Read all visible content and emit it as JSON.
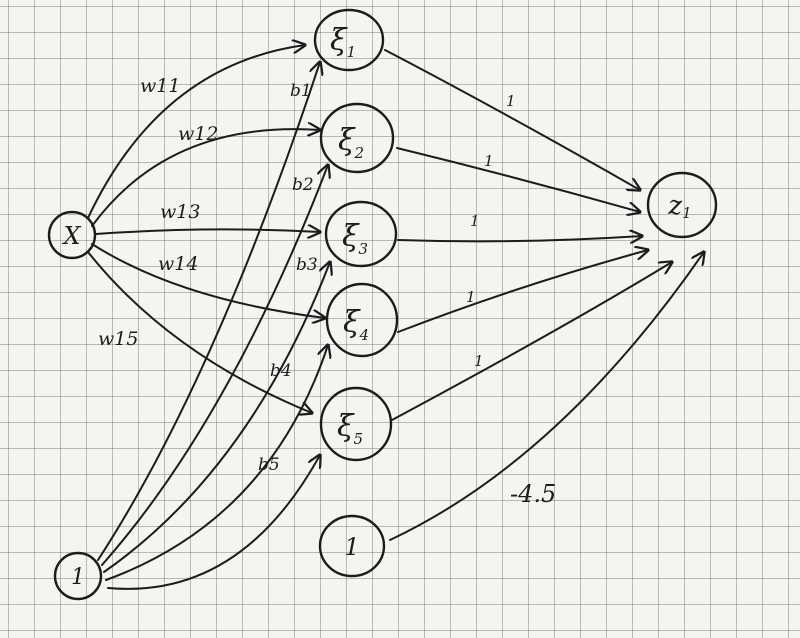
{
  "diagram": {
    "type": "neural-network",
    "nodes": {
      "x": "X",
      "bias_in": "1",
      "bias_hidden": "1",
      "hidden": [
        {
          "symbol": "ξ",
          "sub": "1"
        },
        {
          "symbol": "ξ",
          "sub": "2"
        },
        {
          "symbol": "ξ",
          "sub": "3"
        },
        {
          "symbol": "ξ",
          "sub": "4"
        },
        {
          "symbol": "ξ",
          "sub": "5"
        }
      ],
      "output": {
        "symbol": "z",
        "sub": "1"
      }
    },
    "input_weights": [
      "w11",
      "w12",
      "w13",
      "w14",
      "w15"
    ],
    "hidden_biases": [
      "b1",
      "b2",
      "b3",
      "b4",
      "b5"
    ],
    "output_weights": [
      "1",
      "1",
      "1",
      "1",
      "1"
    ],
    "output_bias": "-4.5"
  }
}
